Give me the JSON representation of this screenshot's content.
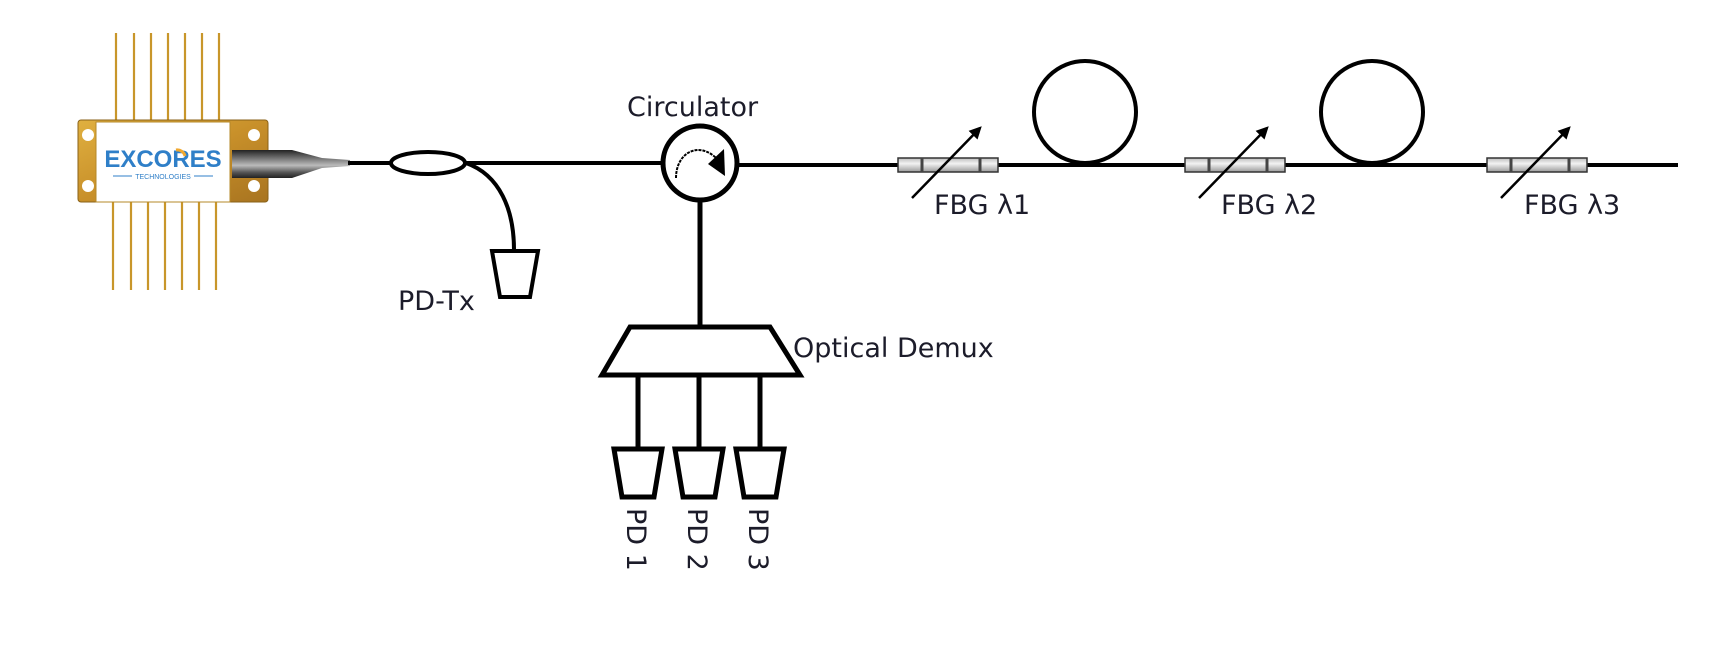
{
  "diagram": {
    "title": "FBG fiber sensor interrogation setup",
    "laser": {
      "brand": "EXCORES",
      "subtitle": "TECHNOLOGIES",
      "brand_color": "#2f7fc8",
      "accent_color": "#f0a830",
      "package_color": "#c8962a"
    },
    "labels": {
      "coupler_tap_detector": "PD-Tx",
      "circulator": "Circulator",
      "demux": "Optical Demux",
      "fbg": [
        "FBG λ1",
        "FBG λ2",
        "FBG λ3"
      ],
      "detectors": [
        "PD 1",
        "PD 2",
        "PD 3"
      ]
    },
    "components": [
      {
        "id": "laser",
        "type": "laser-module"
      },
      {
        "id": "coupler",
        "type": "fiber-coupler"
      },
      {
        "id": "pd-tx",
        "type": "photodetector"
      },
      {
        "id": "circulator",
        "type": "optical-circulator"
      },
      {
        "id": "demux",
        "type": "optical-demultiplexer"
      },
      {
        "id": "pd1",
        "type": "photodetector"
      },
      {
        "id": "pd2",
        "type": "photodetector"
      },
      {
        "id": "pd3",
        "type": "photodetector"
      },
      {
        "id": "fbg1",
        "type": "tunable-fbg"
      },
      {
        "id": "coil1",
        "type": "fiber-coil"
      },
      {
        "id": "fbg2",
        "type": "tunable-fbg"
      },
      {
        "id": "coil2",
        "type": "fiber-coil"
      },
      {
        "id": "fbg3",
        "type": "tunable-fbg"
      }
    ],
    "connections": [
      [
        "laser",
        "coupler"
      ],
      [
        "coupler",
        "pd-tx"
      ],
      [
        "coupler",
        "circulator"
      ],
      [
        "circulator",
        "demux"
      ],
      [
        "demux",
        "pd1"
      ],
      [
        "demux",
        "pd2"
      ],
      [
        "demux",
        "pd3"
      ],
      [
        "circulator",
        "fbg1"
      ],
      [
        "fbg1",
        "coil1"
      ],
      [
        "coil1",
        "fbg2"
      ],
      [
        "fbg2",
        "coil2"
      ],
      [
        "coil2",
        "fbg3"
      ]
    ]
  }
}
